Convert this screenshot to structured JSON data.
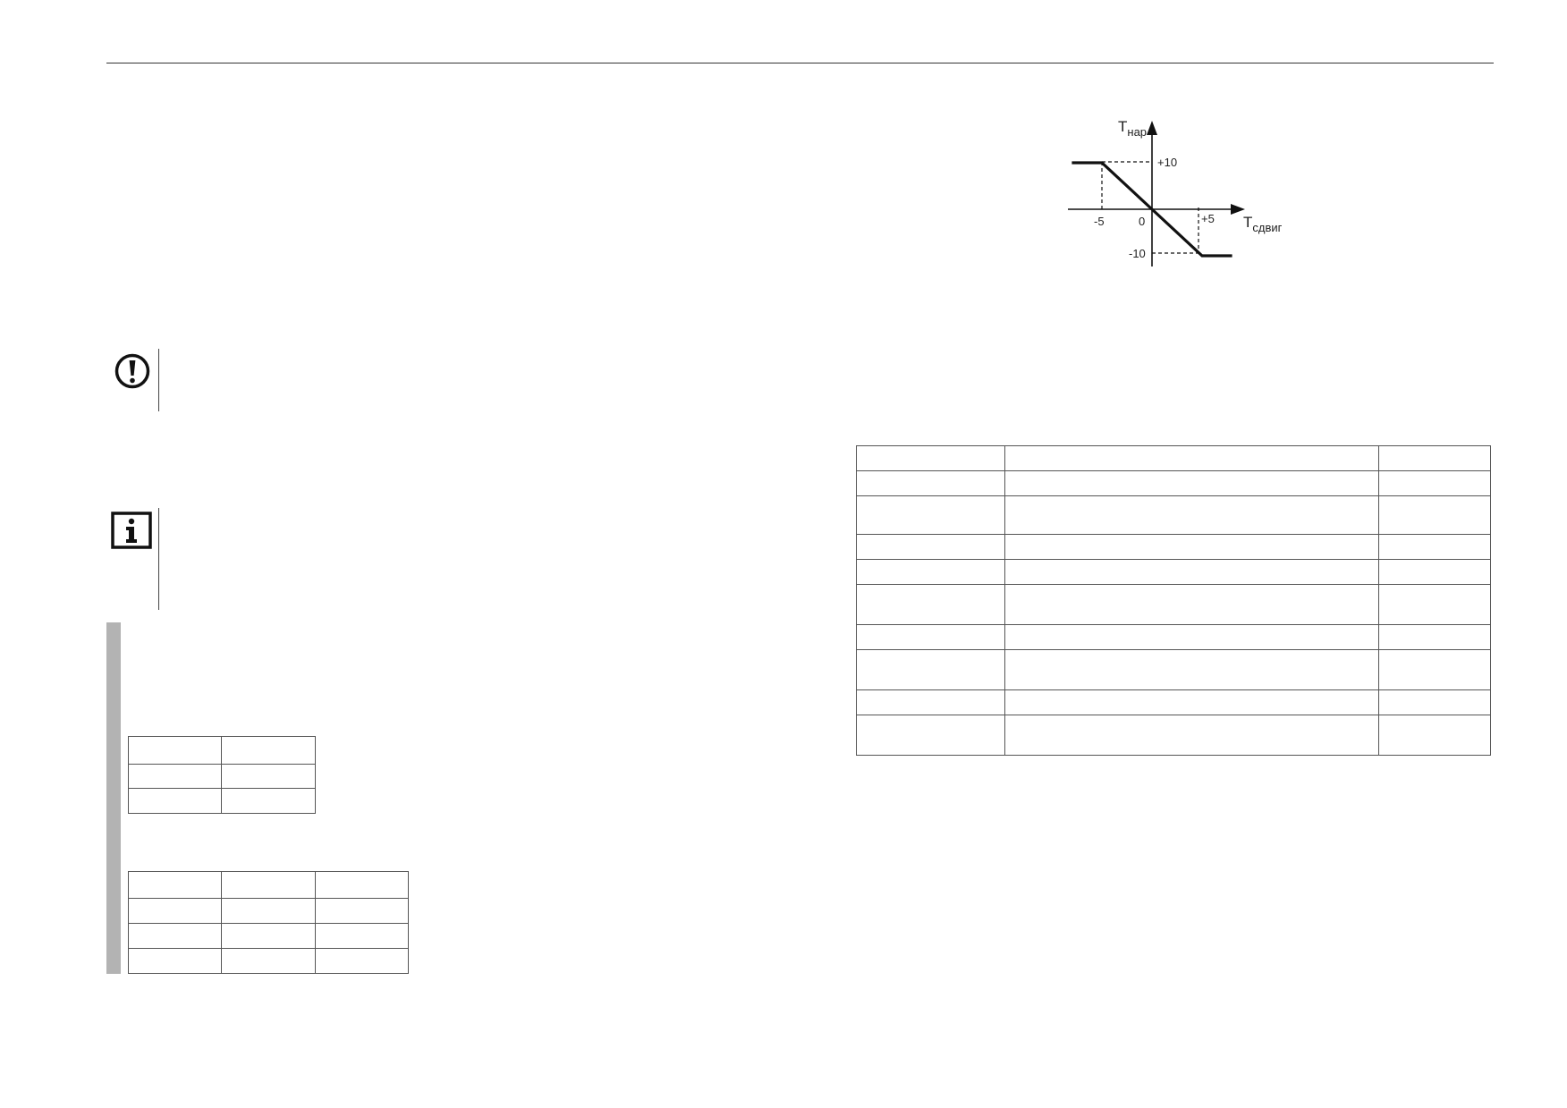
{
  "figure": {
    "y_axis": {
      "base": "T",
      "sub": "нар"
    },
    "x_axis": {
      "base": "T",
      "sub": "сдвиг"
    },
    "tick_labels": {
      "y_pos": "+10",
      "y_neg": "-10",
      "x_pos": "+5",
      "x_neg": "-5",
      "origin": "0"
    }
  },
  "chart_data": {
    "type": "line",
    "title": "",
    "xlabel": "Tсдвиг",
    "ylabel": "Tнар",
    "series": [
      {
        "x": [
          -8,
          -5,
          0,
          5,
          8
        ],
        "y": [
          10,
          10,
          0,
          -10,
          -10
        ]
      }
    ],
    "x_ticks": [
      -5,
      0,
      5
    ],
    "y_ticks": [
      10,
      -10
    ],
    "grid": false
  },
  "icons": {
    "warning": "exclamation-circle",
    "info": "info-square"
  }
}
